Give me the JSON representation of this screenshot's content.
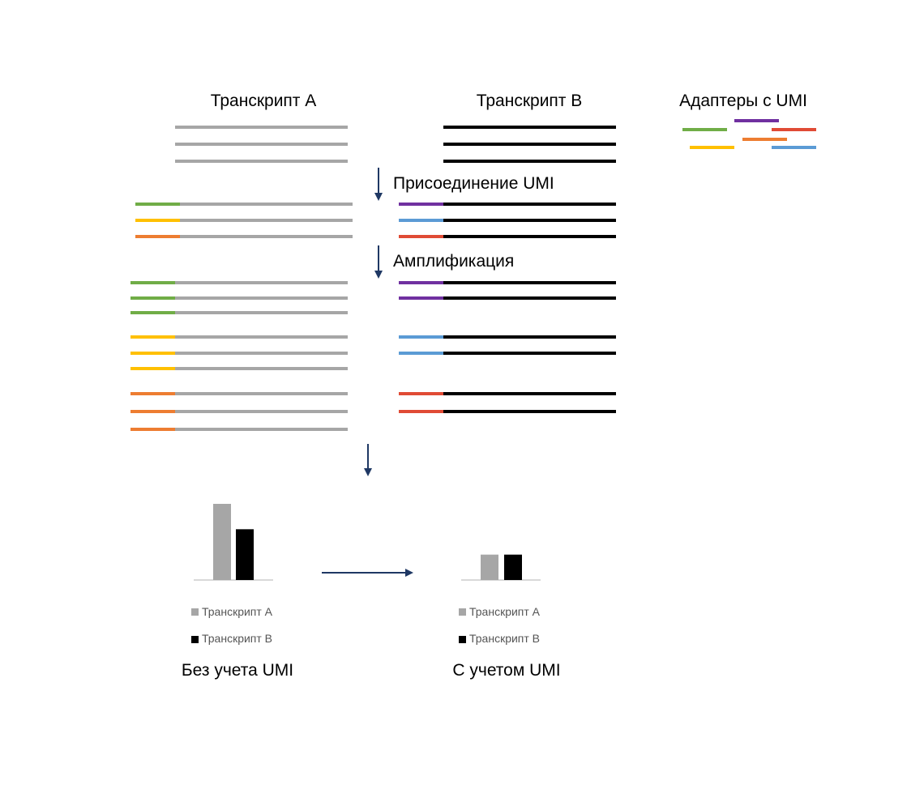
{
  "labels": {
    "transcript_a": "Транскрипт A",
    "transcript_b": "Транскрипт B",
    "adapters": "Адаптеры с UMI",
    "step_attach": "Присоединение UMI",
    "step_amplify": "Амплификация",
    "without_umi": "Без учета UMI",
    "with_umi": "С учетом UMI"
  },
  "legend": {
    "a": "Транскрипт A",
    "b": "Транскрипт B"
  },
  "colors": {
    "transcript_a": "#a6a6a6",
    "transcript_b": "#000000",
    "arrow": "#1f3864",
    "axis": "#d9d9d9",
    "umi_green": "#70ad47",
    "umi_purple": "#7030a0",
    "umi_red": "#e04b35",
    "umi_yellow": "#ffc000",
    "umi_orange": "#ed7d31",
    "umi_blue": "#5b9bd5"
  },
  "chart_data": [
    {
      "type": "bar",
      "categories": [
        "Транскрипт A",
        "Транскрипт B"
      ],
      "values": [
        9,
        6
      ],
      "title": "Без учета UMI"
    },
    {
      "type": "bar",
      "categories": [
        "Транскрипт A",
        "Транскрипт B"
      ],
      "values": [
        3,
        3
      ],
      "title": "С учетом UMI"
    }
  ]
}
